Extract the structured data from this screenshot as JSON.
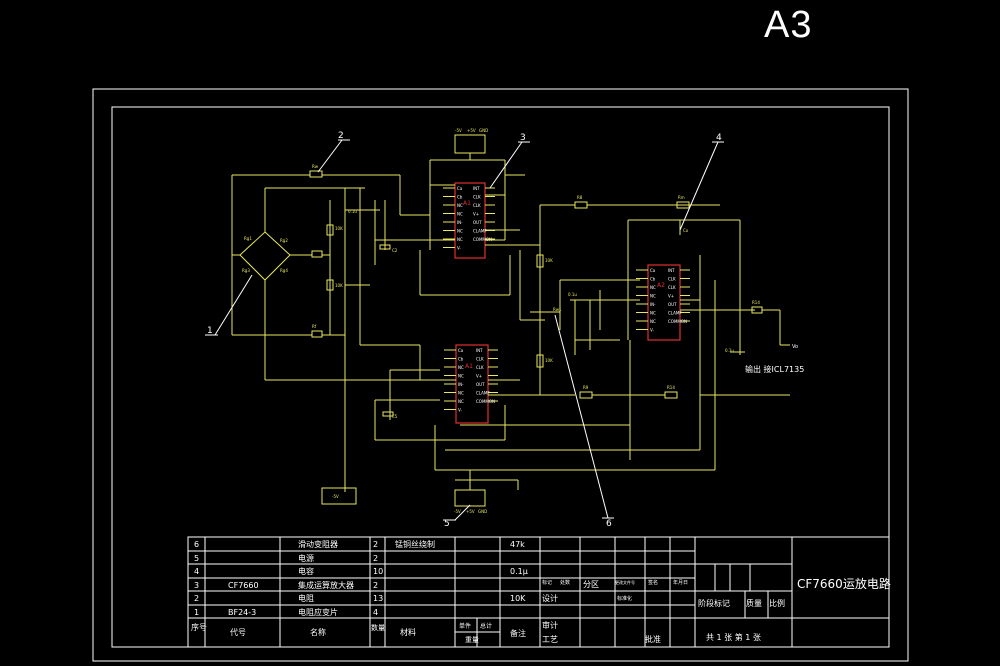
{
  "sheet_size": "A3",
  "callouts": [
    "1",
    "2",
    "3",
    "4",
    "5",
    "6"
  ],
  "output_label": "输出 接ICL7135",
  "output_terminal": "Vo",
  "chip_label": "A1",
  "chip_pins_left": [
    "Ca",
    "Cb",
    "NC",
    "NC",
    "IN-",
    "NC",
    "NC",
    "V-"
  ],
  "chip_pins_right": [
    "INT",
    "CLK",
    "CLK",
    "V+",
    "OUT",
    "CLAMP",
    "COMMON"
  ],
  "power_top": [
    "-5V",
    "+5V",
    "GND"
  ],
  "power_bottom": [
    "-5V",
    "+5V",
    "GND"
  ],
  "power_left": "-5V",
  "bom_rows": [
    {
      "no": "6",
      "code": "",
      "name": "滑动变阻器",
      "qty": "2",
      "material": "锰铜丝绕制",
      "note": "47k"
    },
    {
      "no": "5",
      "code": "",
      "name": "电源",
      "qty": "2",
      "material": "",
      "note": ""
    },
    {
      "no": "4",
      "code": "",
      "name": "电容",
      "qty": "10",
      "material": "",
      "note": "0.1μ"
    },
    {
      "no": "3",
      "code": "CF7660",
      "name": "集成运算放大器",
      "qty": "2",
      "material": "",
      "note": ""
    },
    {
      "no": "2",
      "code": "",
      "name": "电阻",
      "qty": "13",
      "material": "",
      "note": "10K"
    },
    {
      "no": "1",
      "code": "BF24-3",
      "name": "电阻应变片",
      "qty": "4",
      "material": "",
      "note": ""
    }
  ],
  "bom_header": {
    "no": "序号",
    "code": "代号",
    "name": "名称",
    "qty": "数量",
    "material": "材料",
    "single": "单件",
    "total": "总计",
    "weight": "重量",
    "note": "备注"
  },
  "revision_cells": {
    "mark": "标记",
    "count": "处数",
    "zone": "分区",
    "doc": "更改文件号",
    "sign": "签名",
    "date": "年月日"
  },
  "approval_cells": {
    "design": "设计",
    "standard": "标准化",
    "review": "审计",
    "process": "工艺",
    "approve": "批准"
  },
  "stage_cells": {
    "stage": "阶段标记",
    "weight": "质量",
    "scale": "比例"
  },
  "sheet_count": "共 1 张  第 1 张",
  "drawing_title": "CF7660运放电路"
}
